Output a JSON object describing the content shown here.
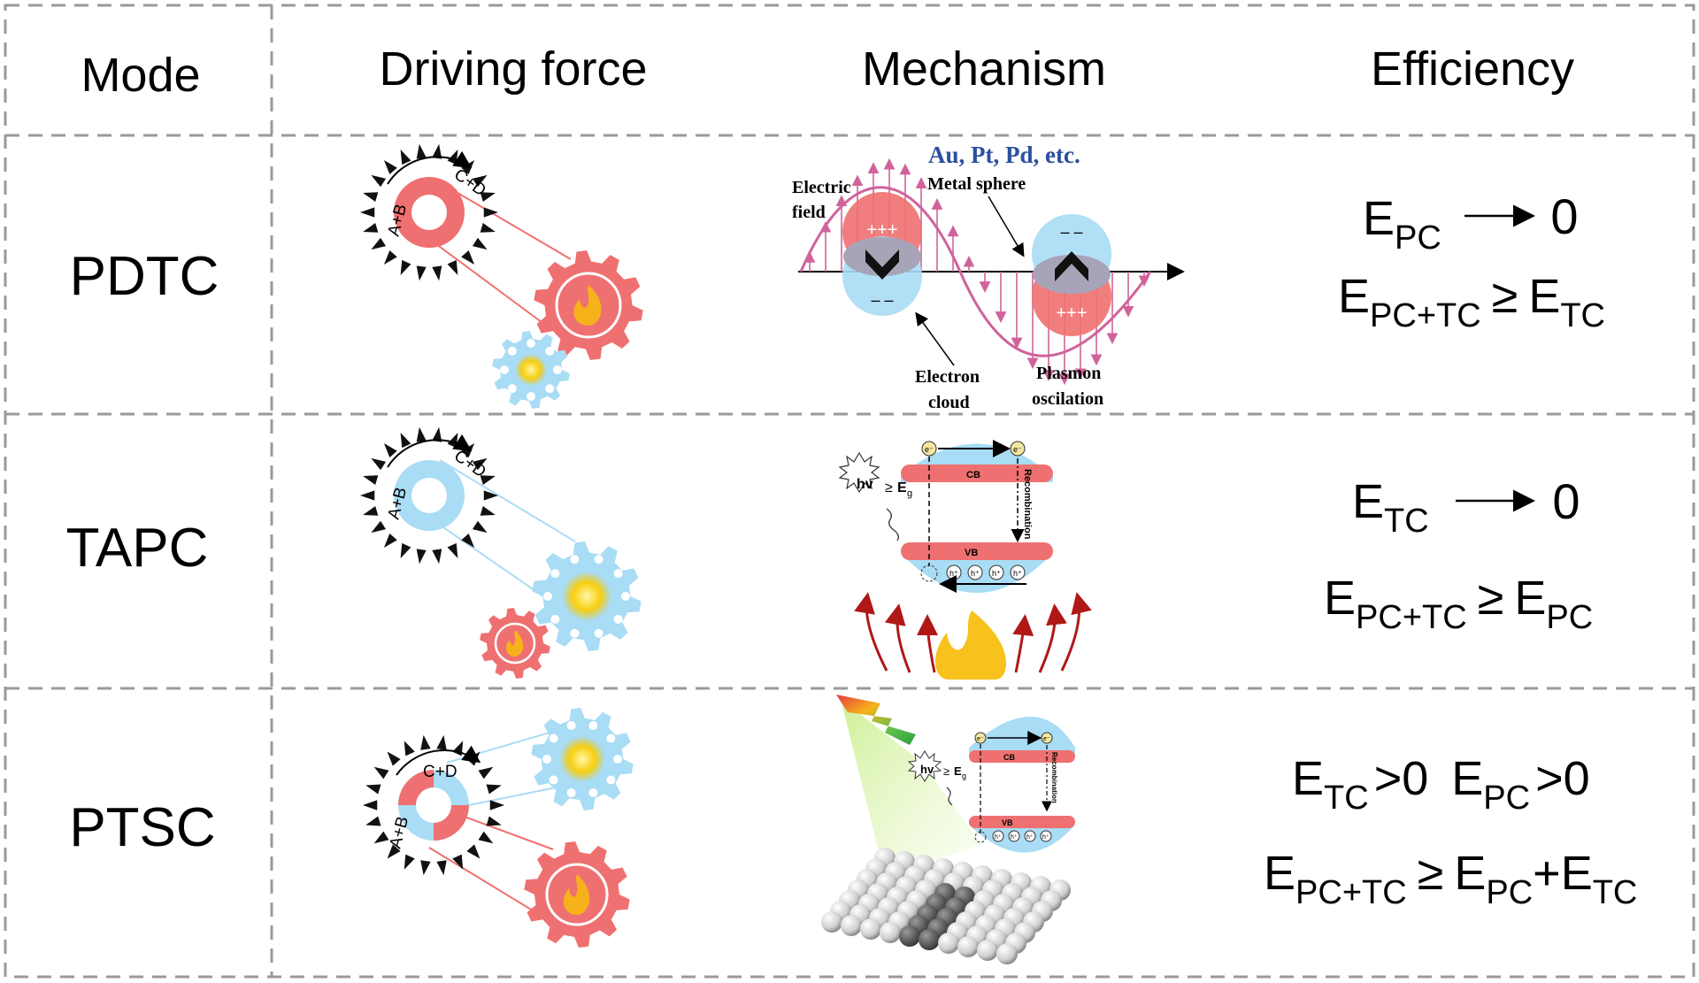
{
  "headers": {
    "mode": "Mode",
    "driving_force": "Driving force",
    "mechanism": "Mechanism",
    "efficiency": "Efficiency"
  },
  "gear_labels": {
    "reactants": "A+B",
    "products": "C+D"
  },
  "rows": [
    {
      "mode": "PDTC",
      "mechanism": {
        "metals": "Au, Pt, Pd, etc.",
        "metal_sphere": "Metal sphere",
        "electric": "Electric",
        "field": "field",
        "electron": "Electron",
        "cloud": "cloud",
        "plasmon": "Plasmon",
        "oscilation": "oscilation",
        "plus": "+++",
        "minus": "– –"
      },
      "efficiency": {
        "l1_E": "E",
        "l1_sub": "PC",
        "l1_val": "0",
        "l2_E1": "E",
        "l2_sub1": "PC+TC",
        "l2_op": "≥",
        "l2_E2": "E",
        "l2_sub2": "TC"
      }
    },
    {
      "mode": "TAPC",
      "mechanism": {
        "cb": "CB",
        "vb": "VB",
        "e": "e⁻",
        "h": "h⁺",
        "hv": "hv",
        "geq": "≥",
        "eg": "E",
        "eg_sub": "g",
        "recombination": "Recombination"
      },
      "efficiency": {
        "l1_E": "E",
        "l1_sub": "TC",
        "l1_val": "0",
        "l2_E1": "E",
        "l2_sub1": "PC+TC",
        "l2_op": "≥",
        "l2_E2": "E",
        "l2_sub2": "PC"
      }
    },
    {
      "mode": "PTSC",
      "mechanism": {
        "cb": "CB",
        "vb": "VB",
        "e": "e⁻",
        "h": "h⁺",
        "hv": "hv",
        "geq": "≥",
        "eg": "E",
        "eg_sub": "g",
        "recombination": "Recombination"
      },
      "efficiency": {
        "l1_E1": "E",
        "l1_sub1": "TC",
        "l1_v1": ">0",
        "l1_E2": "E",
        "l1_sub2": "PC",
        "l1_v2": ">0",
        "l2_E1": "E",
        "l2_sub1": "PC+TC",
        "l2_op": "≥",
        "l2_E2": "E",
        "l2_sub2": "PC",
        "l2_plus": "+",
        "l2_E3": "E",
        "l2_sub3": "TC"
      }
    }
  ],
  "colors": {
    "grid": "#9a9a9a",
    "red": "#ef7070",
    "blue": "#a9dcf5",
    "gear_black": "#111111",
    "wave": "#d0639a",
    "metal_text": "#2a4f9e",
    "sun": "#f5c400",
    "flame": "#f6b21b",
    "heat_arrow": "#b01818"
  },
  "icons": [
    "gear-icon",
    "sun-icon",
    "flame-icon",
    "lightning-icon",
    "sphere-icon"
  ]
}
